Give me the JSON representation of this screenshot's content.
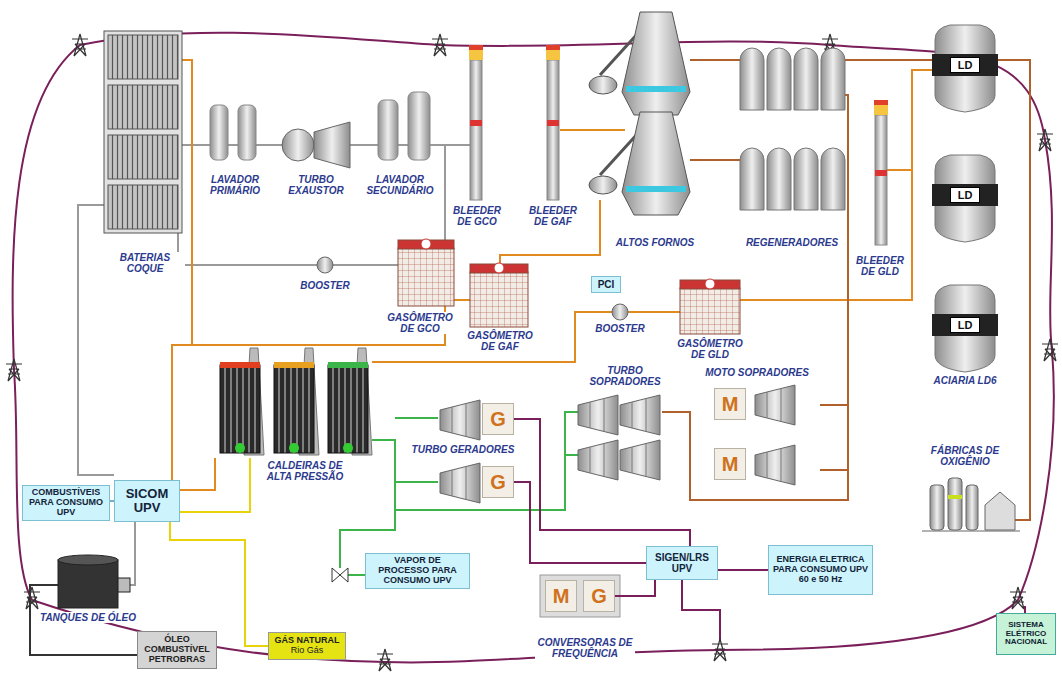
{
  "diagram": {
    "nodes": [
      {
        "text": [
          "PCI"
        ]
      },
      {
        "text": [
          "LD"
        ]
      },
      {
        "text": [
          "LD"
        ]
      },
      {
        "text": [
          "LD"
        ]
      },
      {
        "text": [
          "G"
        ]
      },
      {
        "text": [
          "G"
        ]
      },
      {
        "text": [
          "M"
        ]
      },
      {
        "text": [
          "M"
        ]
      },
      {
        "text": [
          "COMBUSTÍVEIS PARA CONSUMO UPV"
        ]
      },
      {
        "text": [
          "SICOM UPV"
        ]
      },
      {
        "text": [
          "VAPOR DE PROCESSO PARA CONSUMO UPV"
        ]
      },
      {
        "text": [
          "M"
        ]
      },
      {
        "text": [
          "G"
        ]
      },
      {
        "text": [
          "SIGEN/LRS UPV"
        ]
      },
      {
        "text": [
          "ENERGIA ELETRICA PARA CONSUMO UPV 60 e 50 Hz"
        ]
      },
      {
        "text": [
          "ÓLEO COMBUSTÍVEL PETROBRAS"
        ]
      },
      {
        "text": [
          "GÁS NATURAL",
          "Rio Gás"
        ]
      },
      {
        "text": [
          "SISTEMA ELÉTRICO NACIONAL"
        ]
      }
    ],
    "edges": [
      {
        "from": 8,
        "to": 9,
        "arrow": "none"
      },
      {
        "from": 9,
        "to": 16,
        "arrow": "none"
      },
      {
        "from": 4,
        "to": 13,
        "arrow": "none"
      },
      {
        "from": 5,
        "to": 13,
        "arrow": "none"
      },
      {
        "from": 12,
        "to": 13,
        "arrow": "none"
      },
      {
        "from": 13,
        "to": 14,
        "arrow": "none"
      }
    ],
    "labels": [
      "LAVADOR PRIMÁRIO",
      "TURBO EXAUSTOR",
      "LAVADOR SECUNDÁRIO",
      "BLEEDER DE GCO",
      "BLEEDER DE GAF",
      "ALTOS FORNOS",
      "REGENERADORES",
      "BLEEDER DE GLD",
      "BATERIAS COQUE",
      "BOOSTER",
      "GASÔMETRO DE GCO",
      "GASÔMETRO DE GAF",
      "BOOSTER",
      "GASÔMETRO DE GLD",
      "ACIARIA LD6",
      "FÁBRICAS DE OXIGÊNIO",
      "CALDEIRAS DE ALTA PRESSÃO",
      "TURBO GERADORES",
      "TURBO SOPRADORES",
      "MOTO SOPRADORES",
      "TANQUES DE ÓLEO",
      "CONVERSORAS DE FREQUÊNCIA"
    ]
  }
}
